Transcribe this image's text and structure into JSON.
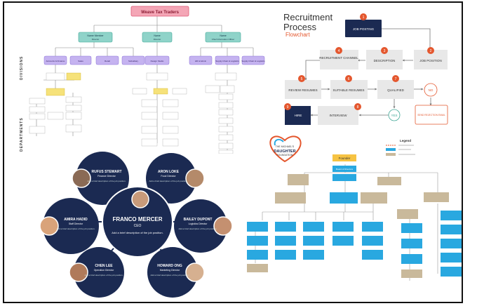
{
  "org1": {
    "root": "Weave Tax Traders",
    "divisions_label": "DIVISIONS",
    "departments_label": "DEPARTMENTS",
    "tier1": [
      {
        "name": "Name Member",
        "sub": "Director"
      },
      {
        "name": "Name",
        "sub": "Director"
      },
      {
        "name": "Name",
        "sub": "Chief Information Officer"
      }
    ],
    "tier2": [
      "Accounts & Finance",
      "Sales",
      "Retail",
      "Subsidiary",
      "Design Studio",
      "HR & Admin",
      "Supply Chain & Logistics",
      "Supply Chain & Logistics"
    ]
  },
  "recruit": {
    "title_line1": "Recruitment",
    "title_line2": "Process",
    "subtitle": "Flowchart",
    "steps": [
      {
        "num": "1",
        "label": "JOB POSTING"
      },
      {
        "num": "2",
        "label": "JOB POSITION"
      },
      {
        "num": "3",
        "label": "DESCRIPTION"
      },
      {
        "num": "4",
        "label": "RECRUITMENT CHANNEL"
      },
      {
        "num": "5",
        "label": "REVIEW RESUMES"
      },
      {
        "num": "6",
        "label": "SUITABLE RESUMES"
      },
      {
        "num": "7",
        "label": "QUALIFIED"
      },
      {
        "num": "8",
        "label": "INTERVIEW"
      },
      {
        "num": "9",
        "label": "HIRE"
      }
    ],
    "no": "NO",
    "yes": "YES",
    "rejection": "SEND REJECTION EMAIL"
  },
  "ceo": {
    "center": {
      "name": "FRANCO MERCER",
      "role": "CEO",
      "desc": "Add a brief description of the job position."
    },
    "members": [
      {
        "name": "RUFUS STEWART",
        "role": "Finance Director",
        "desc": "Add a brief description of the job position."
      },
      {
        "name": "ARON LOKE",
        "role": "Food Director",
        "desc": "Add a brief description of the job position."
      },
      {
        "name": "AMIRA HADID",
        "role": "Staff Director",
        "desc": "Add a brief description of the job position."
      },
      {
        "name": "BAILEY DUPONT",
        "role": "Logistics Director",
        "desc": "Add a brief description of the job position."
      },
      {
        "name": "CHEN LEE",
        "role": "Operation Director",
        "desc": "Add a brief description of the job position."
      },
      {
        "name": "HOWARD ONG",
        "role": "Marketing Director",
        "desc": "Add a brief description of the job position."
      }
    ]
  },
  "foundation": {
    "logo_line1": "THE MICHAEL'S",
    "logo_line2": "DAUGHTER",
    "logo_line3": "FOUNDATION",
    "legend_title": "Legend",
    "founder": "Founder",
    "board": "Board of Directors",
    "colors": {
      "blue": "#29a8e0",
      "tan": "#c9b99b",
      "gold": "#f6c343",
      "navy": "#1b2a52",
      "teal": "#8fd3c9",
      "purple": "#c5b3f0",
      "red": "#e4572e"
    }
  }
}
